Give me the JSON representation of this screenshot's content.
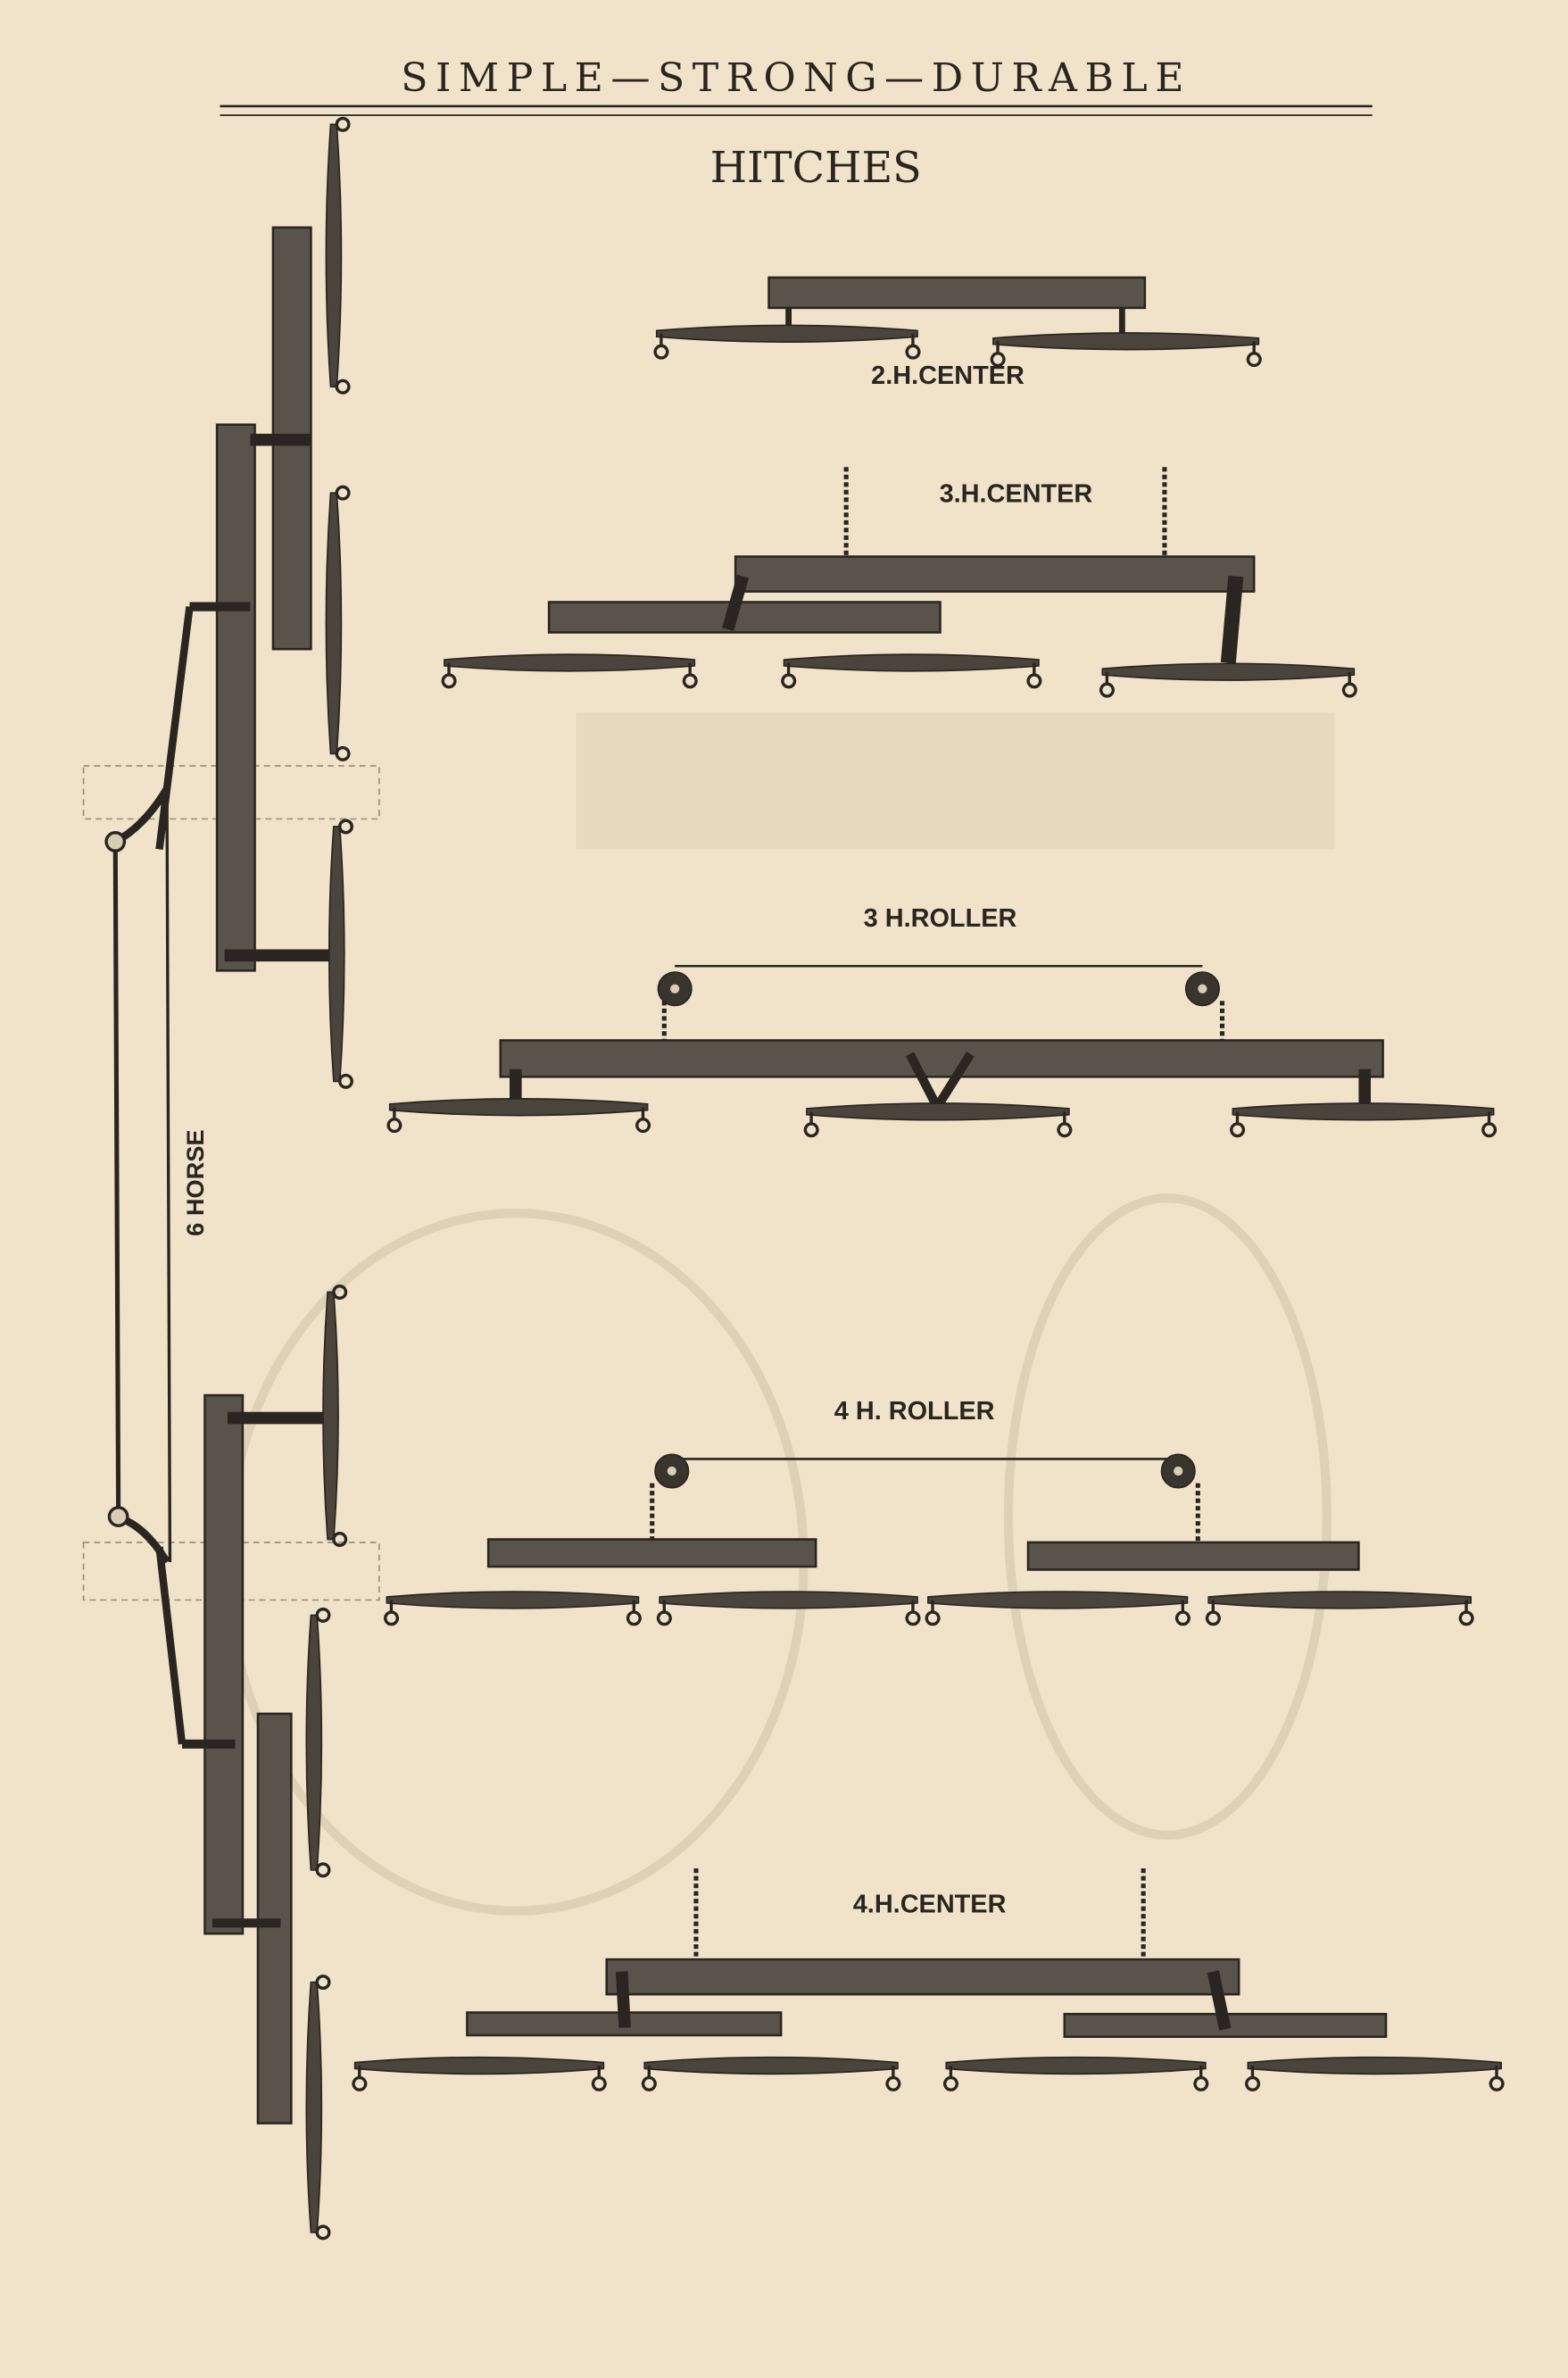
{
  "header": {
    "running_title": "SIMPLE—STRONG—DURABLE",
    "title": "HITCHES"
  },
  "hitches": [
    {
      "label": "2.H.CENTER"
    },
    {
      "label": "3.H.CENTER"
    },
    {
      "label": "3 H.ROLLER"
    },
    {
      "label": "4 H. ROLLER"
    },
    {
      "label": "4.H.CENTER"
    },
    {
      "label": "6 HORSE"
    }
  ],
  "colors": {
    "paper": "#f0e3c9",
    "ink": "#2a2520",
    "ghost": "#d9cdb3"
  }
}
